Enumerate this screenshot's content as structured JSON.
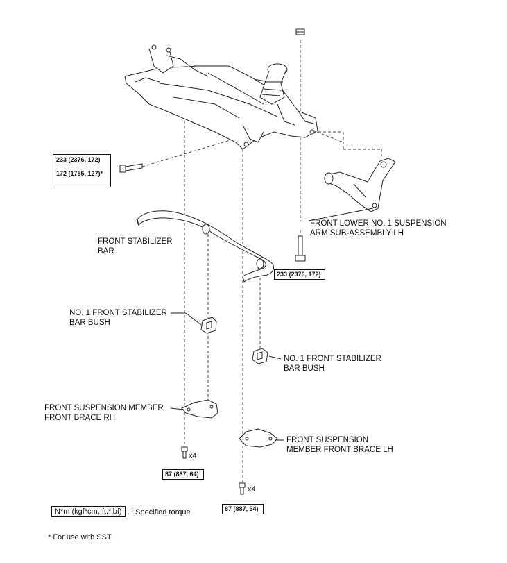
{
  "labels": {
    "lower_arm_line1": "FRONT LOWER NO. 1 SUSPENSION",
    "lower_arm_line2": "ARM SUB-ASSEMBLY LH",
    "stab_bar_line1": "FRONT STABILIZER",
    "stab_bar_line2": "BAR",
    "bush_left_line1": "NO. 1 FRONT STABILIZER",
    "bush_left_line2": "BAR BUSH",
    "bush_right_line1": "NO. 1 FRONT STABILIZER",
    "bush_right_line2": "BAR BUSH",
    "brace_rh_line1": "FRONT SUSPENSION MEMBER",
    "brace_rh_line2": "FRONT BRACE RH",
    "brace_lh_line1": "FRONT SUSPENSION",
    "brace_lh_line2": "MEMBER FRONT BRACE LH"
  },
  "torques": {
    "member_bolt_line1": "233 (2376, 172)",
    "member_bolt_line2": "172 (1755, 127)*",
    "arm_bolt": "233 (2376, 172)",
    "brace_rh": "87 (887, 64)",
    "brace_lh": "87 (887, 64)"
  },
  "quantities": {
    "brace_rh_bolts": "x4",
    "brace_lh_bolts": "x4"
  },
  "legend": {
    "unit_box": "N*m (kgf*cm, ft.*lbf)",
    "unit_desc": ": Specified torque",
    "footnote": "* For use with SST"
  }
}
